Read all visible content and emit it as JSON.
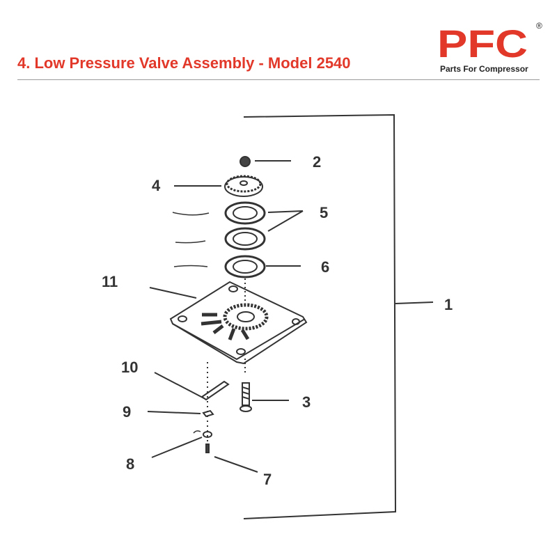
{
  "header": {
    "title": "4. Low Pressure Valve Assembly -  Model 2540"
  },
  "logo": {
    "text": "PFC",
    "registered": "®",
    "tagline": "Parts For Compressor",
    "color": "#e2382a"
  },
  "diagram": {
    "callouts": [
      "1",
      "2",
      "3",
      "4",
      "5",
      "6",
      "7",
      "8",
      "9",
      "10",
      "11"
    ]
  }
}
